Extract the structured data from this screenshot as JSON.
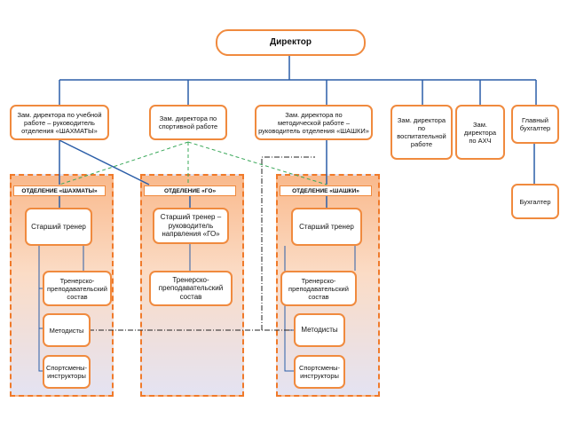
{
  "director": "Директор",
  "deputies": [
    "Зам. директора по учебной\nработе – руководитель\nотделения «ШАХМАТЫ»",
    "Зам. директора по\nспортивной работе",
    "Зам. директора по\nметодической работе –\nруководитель отделения «ШАШКИ»",
    "Зам. директора\nпо\nвоспитательной\nработе",
    "Зам.\nдиректора\nпо АХЧ",
    "Главный\nбухгалтер"
  ],
  "accountant": "Бухгалтер",
  "departments": [
    {
      "header": "ОТДЕЛЕНИЕ «ШАХМАТЫ»",
      "head": "Старший тренер",
      "items": [
        "Тренерско-\nпреподавательский\nсостав",
        "Методисты",
        "Спортсмены-\nинструкторы"
      ]
    },
    {
      "header": "ОТДЕЛЕНИЕ «ГО»",
      "head": "Старший тренер –\nруководитель\nнапрвления «ГО»",
      "items": [
        "Тренерско-\nпреподавательский\nсостав"
      ]
    },
    {
      "header": "ОТДЕЛЕНИЕ «ШАШКИ»",
      "head": "Старший тренер",
      "items": [
        "Тренерско-\nпреподавательский\nсостав",
        "Методисты",
        "Спортсмены-\nинструкторы"
      ]
    }
  ],
  "colors": {
    "line": "#2b5ea8",
    "box_border": "#f08a3e",
    "dept_border": "#f07a2a",
    "green_dash": "#3aa85a"
  }
}
